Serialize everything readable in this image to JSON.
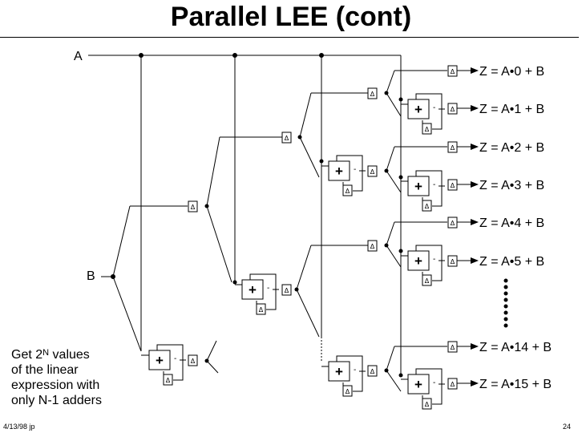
{
  "title": "Parallel LEE (cont)",
  "input_a": "A",
  "input_b": "B",
  "delay_symbol": "Δ",
  "adder_symbol": "+",
  "outputs": [
    "Z = A•0 + B",
    "Z = A•1 + B",
    "Z = A•2 + B",
    "Z = A•3 + B",
    "Z = A•4 + B",
    "Z = A•5 + B",
    "Z = A•14 + B",
    "Z = A•15 + B"
  ],
  "note": {
    "line1_prefix": "Get 2",
    "line1_sup": "N",
    "line1_suffix": " values",
    "line2": "of the linear",
    "line3": "expression with",
    "line4": "only N-1 adders"
  },
  "footer": {
    "date_author": "4/13/98  jp",
    "page_number": "24"
  }
}
